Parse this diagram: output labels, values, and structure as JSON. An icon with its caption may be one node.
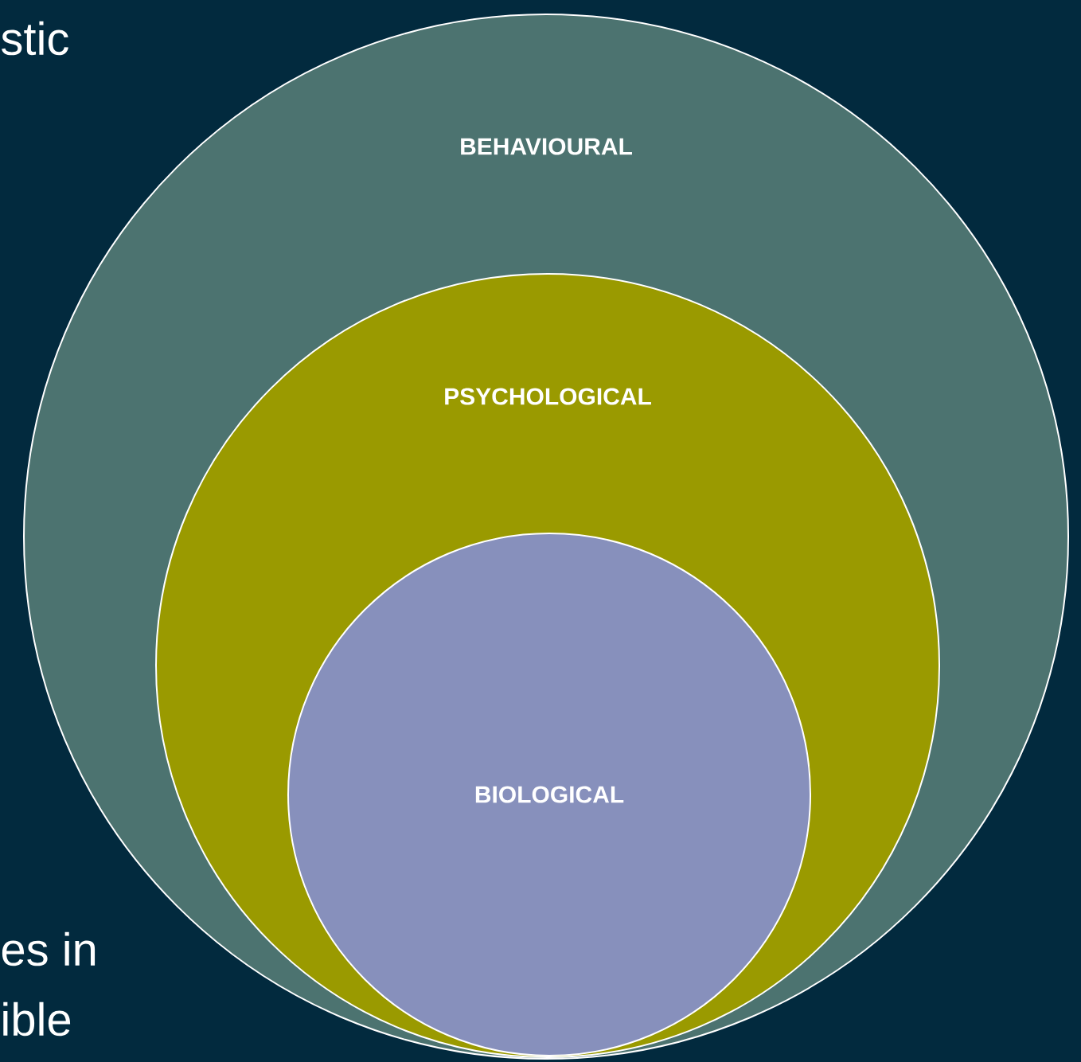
{
  "diagram": {
    "nodes": [
      {
        "text": [
          "BEHAVIOURAL"
        ]
      },
      {
        "text": [
          "PSYCHOLOGICAL"
        ],
        "in": 0
      },
      {
        "text": [
          "BIOLOGICAL"
        ],
        "in": 1
      }
    ],
    "labels": [
      "stic",
      "es in",
      "ible"
    ]
  }
}
